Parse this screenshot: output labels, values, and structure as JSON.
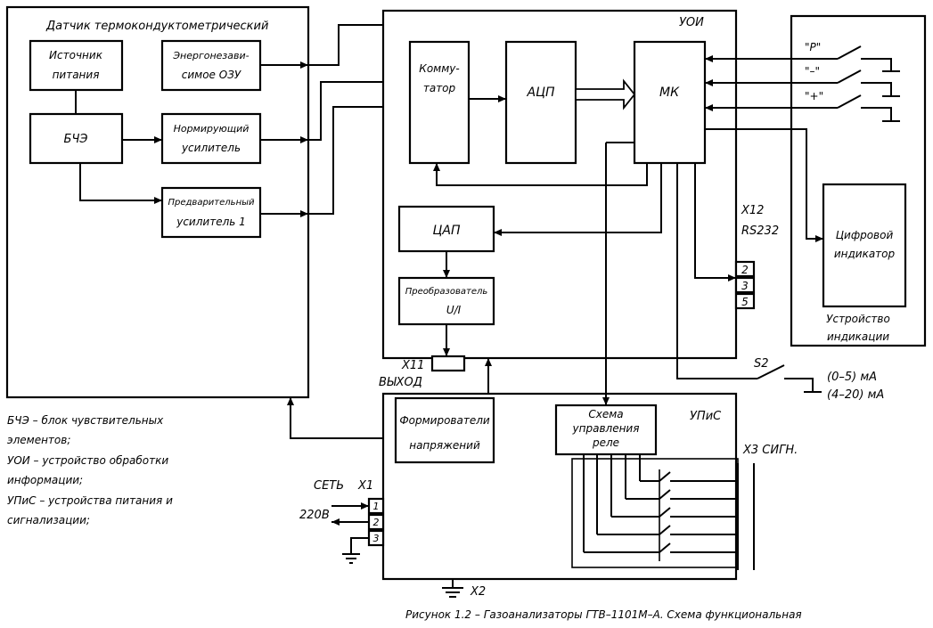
{
  "sensor": {
    "title": "Датчик термокондуктометрический",
    "power_src": [
      "Источник",
      "питания"
    ],
    "memory": [
      "Энергонезави-",
      "симое ОЗУ"
    ],
    "bche": "БЧЭ",
    "norm_amp": [
      "Нормирующий",
      "усилитель"
    ],
    "pre_amp": [
      "Предварительный",
      "усилитель 1"
    ]
  },
  "uoi": {
    "label": "УОИ",
    "commutator": [
      "Комму-",
      "татор"
    ],
    "adc": "АЦП",
    "mk": "МК",
    "dac": "ЦАП",
    "converter": [
      "Преобразователь",
      "U/I"
    ]
  },
  "connectors": {
    "x11": "X11",
    "output": "ВЫХОД",
    "x12": "X12",
    "rs232": "RS232",
    "rs232_pins": [
      "2",
      "3",
      "5"
    ],
    "x1": "X1",
    "network": "СЕТЬ",
    "voltage": "220В",
    "x1_pins": [
      "1",
      "2",
      "3"
    ],
    "x2": "X2",
    "x3": "X3 СИГН."
  },
  "buttons": [
    "\"P\"",
    "\"–\"",
    "\"+\""
  ],
  "indication": {
    "indicator": [
      "Цифровой",
      "индикатор"
    ],
    "unit": [
      "Устройство",
      "индикации"
    ]
  },
  "s2": {
    "label": "S2",
    "range1": "(0–5) мА",
    "range2": "(4–20) мА"
  },
  "upis": {
    "label": "УПиС",
    "shapers": [
      "Формирователи",
      "напряжений"
    ],
    "relay": [
      "Схема",
      "управления",
      "реле"
    ]
  },
  "legend": [
    "БЧЭ – блок чувствительных",
    "элементов;",
    "УОИ – устройство обработки",
    "информации;",
    "УПиС – устройства питания и",
    "сигнализации;"
  ],
  "caption": "Рисунок 1.2 – Газоанализаторы ГТВ–1101М–А. Схема функциональная"
}
